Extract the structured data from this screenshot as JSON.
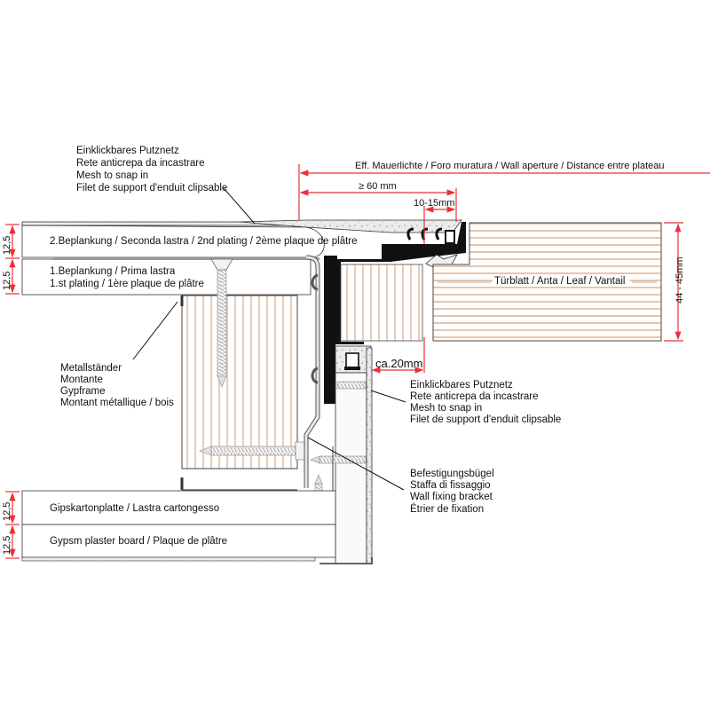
{
  "diagram": {
    "type": "technical-section-drawing",
    "colors": {
      "dimension": "#e8313a",
      "outline": "#333333",
      "profile": "#111111",
      "wood_line": "#d9b79a",
      "plaster": "#f4f4f4"
    },
    "labels": {
      "mesh_top": [
        "Einklickbares Putznetz",
        "Rete anticrepa da incastrare",
        "Mesh to snap in",
        "Filet de support d'enduit clipsable"
      ],
      "second_plating": "2.Beplankung / Seconda lastra / 2nd plating / 2ème plaque de plâtre",
      "first_plating": [
        "1.Beplankung / Prima lastra",
        "1.st plating / 1ère plaque de plâtre"
      ],
      "stud": [
        "Metallständer",
        "Montante",
        "Gypframe",
        "Montant métallique / bois"
      ],
      "door_leaf": "Türblatt / Anta / Leaf / Vantail",
      "mesh_right": [
        "Einklickbares Putznetz",
        "Rete anticrepa da incastrare",
        "Mesh to snap in",
        "Filet de support d'enduit clipsable"
      ],
      "bracket": [
        "Befestigungsbügel",
        "Staffa di fissaggio",
        "Wall fixing bracket",
        "Étrier de fixation"
      ],
      "gypsum_board_1": "Gipskartonplatte / Lastra cartongesso",
      "gypsum_board_2": "Gypsm plaster board / Plaque de plâtre"
    },
    "dimensions": {
      "wall_aperture": "Eff. Mauerlichte / Foro muratura / Wall aperture / Distance entre plateau",
      "min_width": "≥ 60 mm",
      "gap": "10-15mm",
      "leaf_thickness": "44 - 45mm",
      "reveal": "ca.20mm",
      "plate_top_1": "12,5",
      "plate_top_2": "12,5",
      "plate_bottom_1": "12,5",
      "plate_bottom_2": "12,5"
    }
  }
}
